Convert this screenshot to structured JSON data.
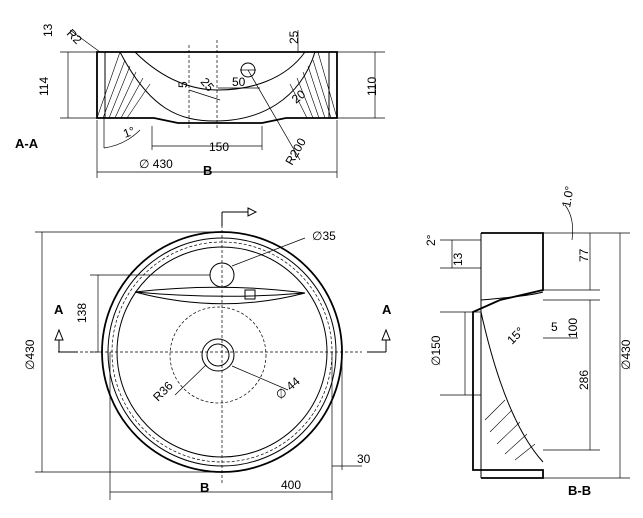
{
  "section_labels": {
    "aa_title": "A-A",
    "bb_title": "B-B",
    "cut_a_left": "A",
    "cut_a_right": "A",
    "cut_b_top": "B",
    "cut_b_bottom": "B"
  },
  "dimensions_aa": {
    "d13": "13",
    "r2": "R2",
    "d25": "25",
    "d114": "114",
    "d5": "5",
    "d25b": "25",
    "d50": "50",
    "d110": "110",
    "r20": "20",
    "angle1": "1°",
    "d150": "150",
    "r200": "R200",
    "dia430": "∅ 430"
  },
  "dimensions_plan": {
    "dia35": "∅35",
    "d138": "138",
    "dia430": "∅430",
    "r36": "R36",
    "dia44": "∅ 44",
    "d30": "30",
    "d400": "400"
  },
  "dimensions_bb": {
    "angle10": "1.0°",
    "d2": "2°",
    "d13": "13",
    "d77": "77",
    "dia150": "∅150",
    "d15": "15°",
    "d5": "5",
    "d100": "100",
    "d286": "286",
    "dia430": "∅430"
  }
}
